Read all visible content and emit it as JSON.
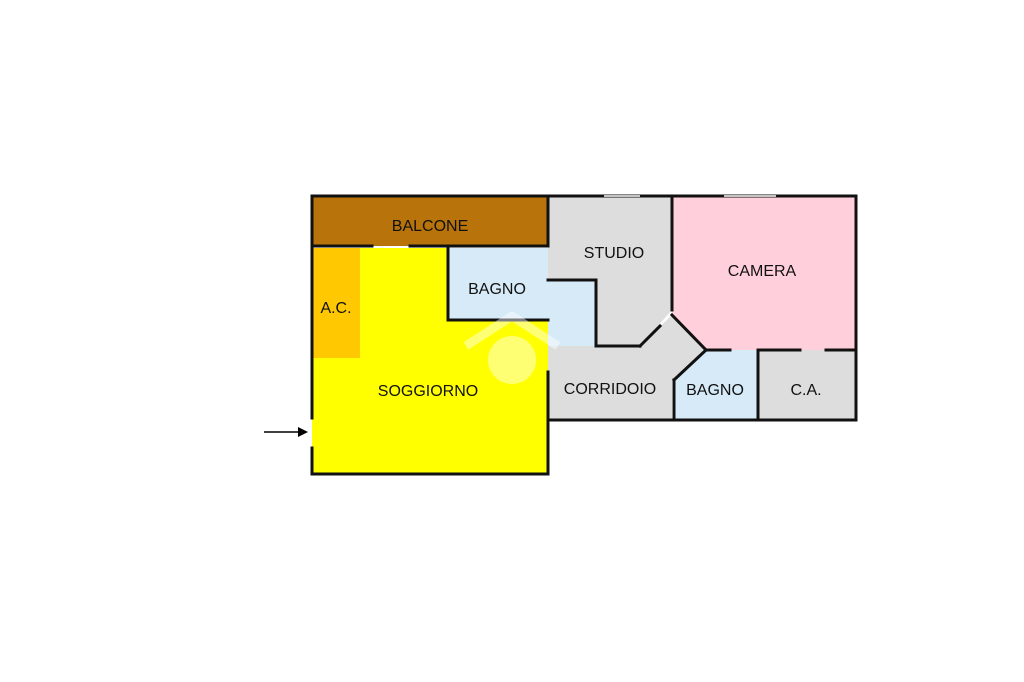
{
  "floorplan": {
    "rooms": {
      "balcone": {
        "label": "BALCONE",
        "color": "#b8740a"
      },
      "ac": {
        "label": "A.C.",
        "color": "#ffc800"
      },
      "soggiorno": {
        "label": "SOGGIORNO",
        "color": "#ffff00"
      },
      "bagno1": {
        "label": "BAGNO",
        "color": "#d6eaf8"
      },
      "studio": {
        "label": "STUDIO",
        "color": "#dddddd"
      },
      "corridoio": {
        "label": "CORRIDOIO",
        "color": "#dddddd"
      },
      "camera": {
        "label": "CAMERA",
        "color": "#ffd0dc"
      },
      "bagno2": {
        "label": "BAGNO",
        "color": "#d6eaf8"
      },
      "ca": {
        "label": "C.A.",
        "color": "#dddddd"
      }
    },
    "entrance": {
      "icon": "entrance-arrow-icon"
    },
    "watermark": {
      "icon": "house-logo-watermark-icon"
    }
  }
}
